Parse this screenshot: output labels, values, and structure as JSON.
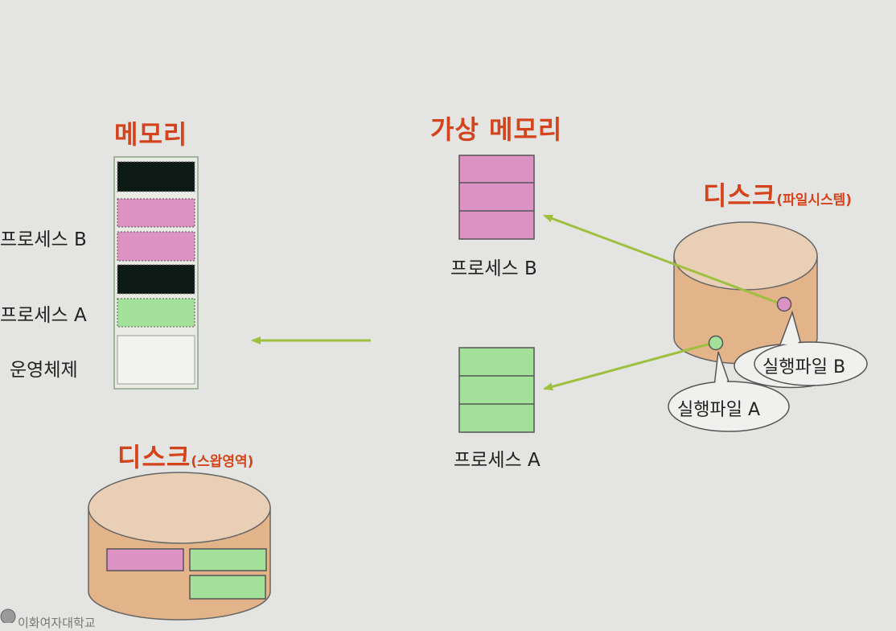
{
  "memory": {
    "title": "메모리",
    "labels": {
      "process_b": "프로세스 B",
      "process_a": "프로세스 A",
      "os": "운영체제"
    }
  },
  "virtual_memory": {
    "title": "가상 메모리",
    "process_b_label": "프로세스 B",
    "process_a_label": "프로세스 A"
  },
  "disk_fs": {
    "title": "디스크",
    "title_suffix": "(파일시스템)",
    "file_b": "실행파일 B",
    "file_a": "실행파일 A"
  },
  "disk_swap": {
    "title": "디스크",
    "title_suffix": "(스왑영역)"
  },
  "colors": {
    "process_b": "#dd92c4",
    "process_a": "#a3e09a",
    "other_process": "#0d1a16",
    "arrow": "#9ec03e",
    "title": "#d4441c",
    "disk_top": "#e8cfb6",
    "disk_side": "#e3b48a"
  },
  "footer_logo": "이화여자대학교"
}
